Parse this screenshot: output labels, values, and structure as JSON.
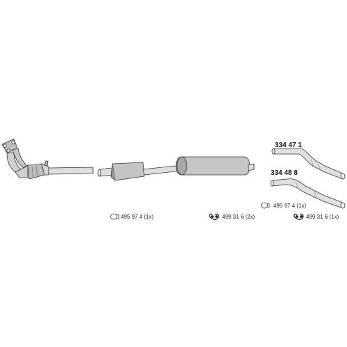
{
  "diagram": {
    "part_labels": {
      "tailpipe_upper": "334 47 1",
      "tailpipe_lower": "334 48 8"
    },
    "hardware_legend": [
      {
        "icon": "clamp-icon",
        "text": "495 97 4 (1x)"
      },
      {
        "icon": "hanger-icon",
        "text": "499 31 6 (2x)"
      },
      {
        "icon": "clamp-icon",
        "text": "495 97 4 (1x)"
      },
      {
        "icon": "hanger-icon",
        "text": "499 31 6 (1x)"
      }
    ],
    "colors": {
      "line": "#333333",
      "pipe_fill": "#d9d9d9",
      "shell_fill": "#c4c4c4",
      "shell_dark": "#9a9a9a"
    }
  }
}
